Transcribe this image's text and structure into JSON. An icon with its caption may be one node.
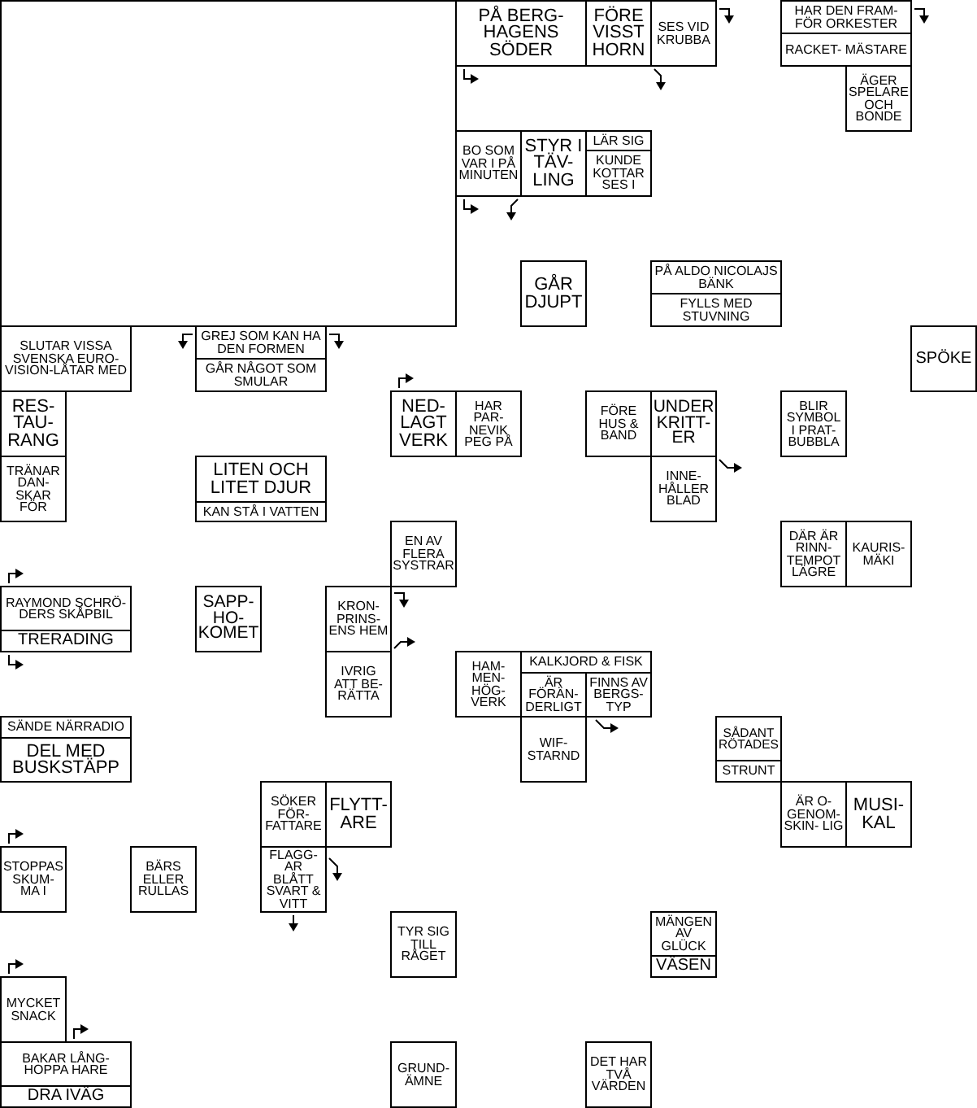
{
  "diagram": {
    "nodes": [
      {
        "text": [],
        "shape": "box"
      },
      {
        "text": [
          "PÅ BERG- HAGENS SÖDER"
        ]
      },
      {
        "text": [
          "FÖRE VISST HORN"
        ]
      },
      {
        "text": [
          "SES VID KRUBBA"
        ]
      },
      {
        "text": [
          "HAR DEN FRAM- FÖR ORKESTER"
        ]
      },
      {
        "text": [
          "RACKET- MÄSTARE"
        ]
      },
      {
        "text": [
          "ÄGER SPELARE OCH BONDE"
        ]
      },
      {
        "text": [
          "BO SOM VAR I PÅ MINUTEN"
        ]
      },
      {
        "text": [
          "STYR I TÄV- LING"
        ]
      },
      {
        "text": [
          "LÄR SIG"
        ]
      },
      {
        "text": [
          "KUNDE KOTTAR SES I"
        ]
      },
      {
        "text": [
          "GÅR DJUPT"
        ]
      },
      {
        "text": [
          "PÅ ALDO NICOLAJS BÄNK"
        ]
      },
      {
        "text": [
          "FYLLS MED STUVNING"
        ]
      },
      {
        "text": [
          "SLUTAR VISSA SVENSKA EURO- VISION-LÅTAR MED"
        ]
      },
      {
        "text": [
          "GREJ SOM KAN HA DEN FORMEN"
        ]
      },
      {
        "text": [
          "GÅR NÅGOT SOM SMULAR"
        ]
      },
      {
        "text": [
          "SPÖKE"
        ]
      },
      {
        "text": [
          "RES- TAU- RANG"
        ]
      },
      {
        "text": [
          "NED- LAGT VERK"
        ]
      },
      {
        "text": [
          "HAR PAR- NEVIK PEG PÅ"
        ]
      },
      {
        "text": [
          "FÖRE HUS & BAND"
        ]
      },
      {
        "text": [
          "UNDER KRITT- ER"
        ]
      },
      {
        "text": [
          "BLIR SYMBOL I PRAT- BUBBLA"
        ]
      },
      {
        "text": [
          "TRÄNAR DAN- SKAR FÖR"
        ]
      },
      {
        "text": [
          "LITEN OCH LITET DJUR"
        ]
      },
      {
        "text": [
          "KAN STÅ I VATTEN"
        ]
      },
      {
        "text": [
          "INNE- HÅLLER BLAD"
        ]
      },
      {
        "text": [
          "EN AV FLERA SYSTRAR"
        ]
      },
      {
        "text": [
          "DÄR ÄR RINN- TEMPOT LÄGRE"
        ]
      },
      {
        "text": [
          "KAURIS- MÄKI"
        ]
      },
      {
        "text": [
          "RAYMOND SCHRÖ- DERS SKÅPBIL"
        ]
      },
      {
        "text": [
          "TRERADING"
        ]
      },
      {
        "text": [
          "SAPP- HO- KOMET"
        ]
      },
      {
        "text": [
          "KRON- PRINS- ENS HEM"
        ]
      },
      {
        "text": [
          "IVRIG ATT BE- RÄTTA"
        ]
      },
      {
        "text": [
          "HAM- MEN- HÖG- VERK"
        ]
      },
      {
        "text": [
          "KALKJORD & FISK"
        ]
      },
      {
        "text": [
          "ÄR FÖRÄN- DERLIGT"
        ]
      },
      {
        "text": [
          "FINNS AV BERGS- TYP"
        ]
      },
      {
        "text": [
          "SÄNDE NÄRRADIO"
        ]
      },
      {
        "text": [
          "DEL MED BUSKSTÄPP"
        ]
      },
      {
        "text": [
          "WIF- STARND"
        ]
      },
      {
        "text": [
          "SÅDANT RÖTADES"
        ]
      },
      {
        "text": [
          "STRUNT"
        ]
      },
      {
        "text": [
          "SÖKER FÖR- FATTARE"
        ]
      },
      {
        "text": [
          "FLYTT- ARE"
        ]
      },
      {
        "text": [
          "ÄR O- GENOM- SKIN- LIG"
        ]
      },
      {
        "text": [
          "MUSI- KAL"
        ]
      },
      {
        "text": [
          "STOPPAS SKUM- MA I"
        ]
      },
      {
        "text": [
          "BÄRS ELLER RULLAS"
        ]
      },
      {
        "text": [
          "FLAGG- AR BLÅTT SVART & VITT"
        ]
      },
      {
        "text": [
          "TYR SIG TILL RÅGET"
        ]
      },
      {
        "text": [
          "MÄNGEN AV GLÜCK"
        ]
      },
      {
        "text": [
          "VÄSEN"
        ]
      },
      {
        "text": [
          "MYCKET SNACK"
        ]
      },
      {
        "text": [
          "BAKAR LÅNG- HOPPA HARE"
        ]
      },
      {
        "text": [
          "DRA IVÄG"
        ]
      },
      {
        "text": [
          "GRUND- ÄMNE"
        ]
      },
      {
        "text": [
          "DET HAR TVÅ VÄRDEN"
        ]
      }
    ]
  }
}
